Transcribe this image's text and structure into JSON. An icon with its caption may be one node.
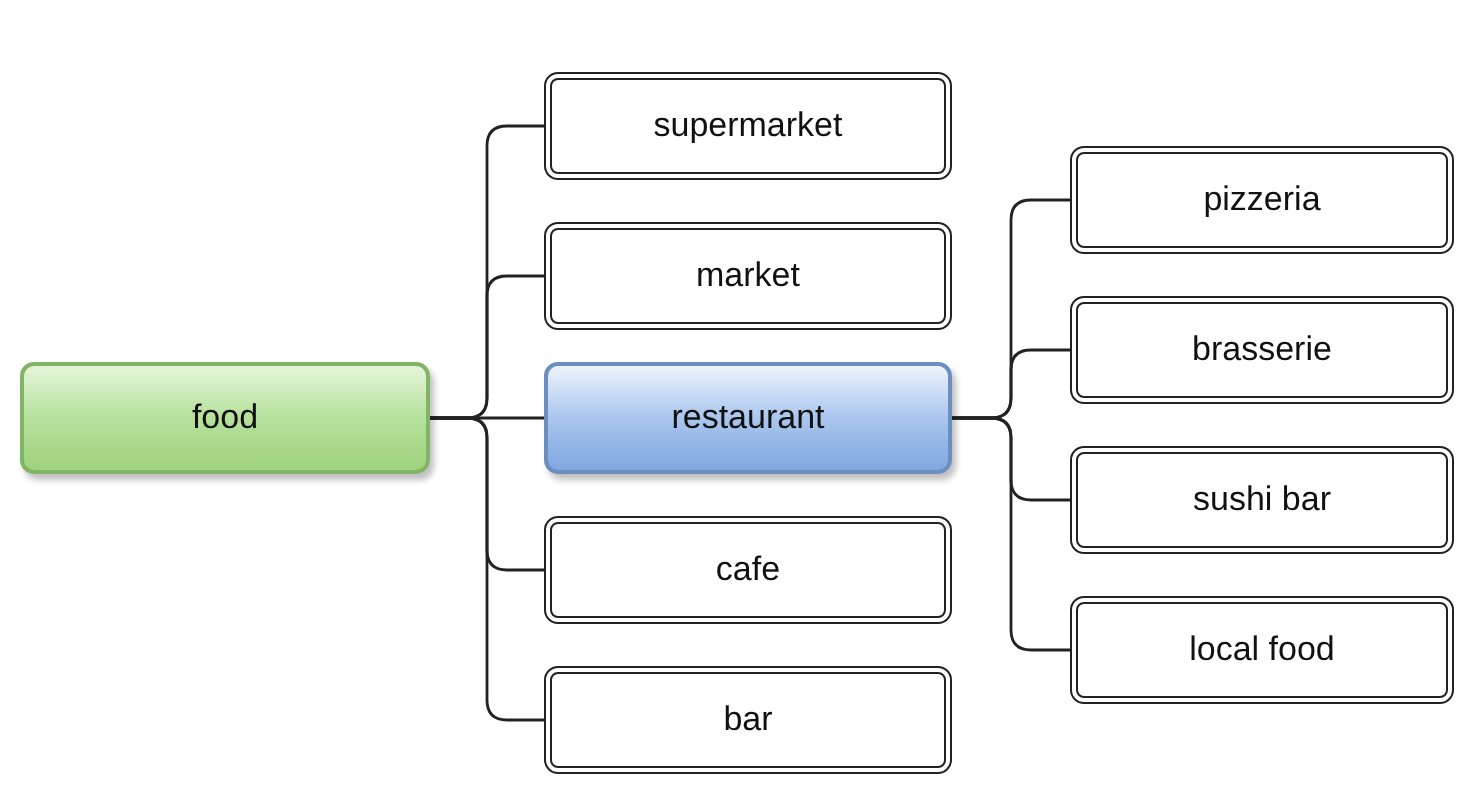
{
  "diagram": {
    "nodes": [
      {
        "text": [
          "food"
        ]
      },
      {
        "text": [
          "supermarket"
        ]
      },
      {
        "text": [
          "market"
        ]
      },
      {
        "text": [
          "restaurant"
        ]
      },
      {
        "text": [
          "cafe"
        ]
      },
      {
        "text": [
          "bar"
        ]
      },
      {
        "text": [
          "pizzeria"
        ]
      },
      {
        "text": [
          "brasserie"
        ]
      },
      {
        "text": [
          "sushi bar"
        ]
      },
      {
        "text": [
          "local food"
        ]
      }
    ],
    "edges": [
      {
        "from": 0,
        "to": 1,
        "arrow": "none"
      },
      {
        "from": 0,
        "to": 2,
        "arrow": "none"
      },
      {
        "from": 0,
        "to": 3,
        "arrow": "none"
      },
      {
        "from": 0,
        "to": 4,
        "arrow": "none"
      },
      {
        "from": 0,
        "to": 5,
        "arrow": "none"
      },
      {
        "from": 3,
        "to": 6,
        "arrow": "none"
      },
      {
        "from": 3,
        "to": 7,
        "arrow": "none"
      },
      {
        "from": 3,
        "to": 8,
        "arrow": "none"
      },
      {
        "from": 3,
        "to": 9,
        "arrow": "none"
      }
    ]
  }
}
